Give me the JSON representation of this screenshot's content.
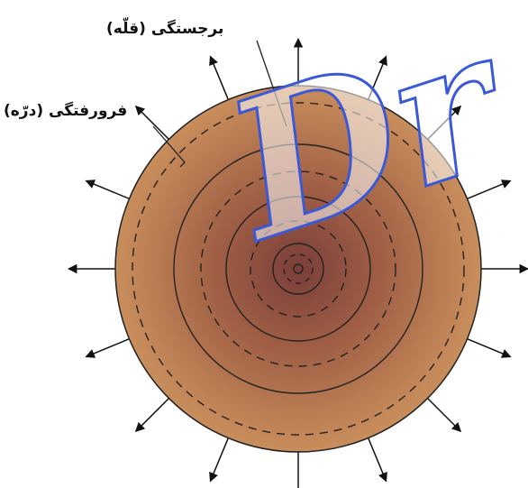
{
  "labels": {
    "crest": "برجستگی (قلّه)",
    "trough": "فرورفتگی (درّه)"
  },
  "watermark": {
    "text": "Dr"
  },
  "diagram": {
    "solid_crest_rings": 3,
    "dashed_trough_rings": 4,
    "outward_arrows": 16,
    "colors": {
      "disc_outer": "#c98e5c",
      "disc_center": "#7a3e3a",
      "ring_line": "#222222",
      "arrow": "#111111",
      "watermark_stroke": "#3b59d6"
    }
  }
}
